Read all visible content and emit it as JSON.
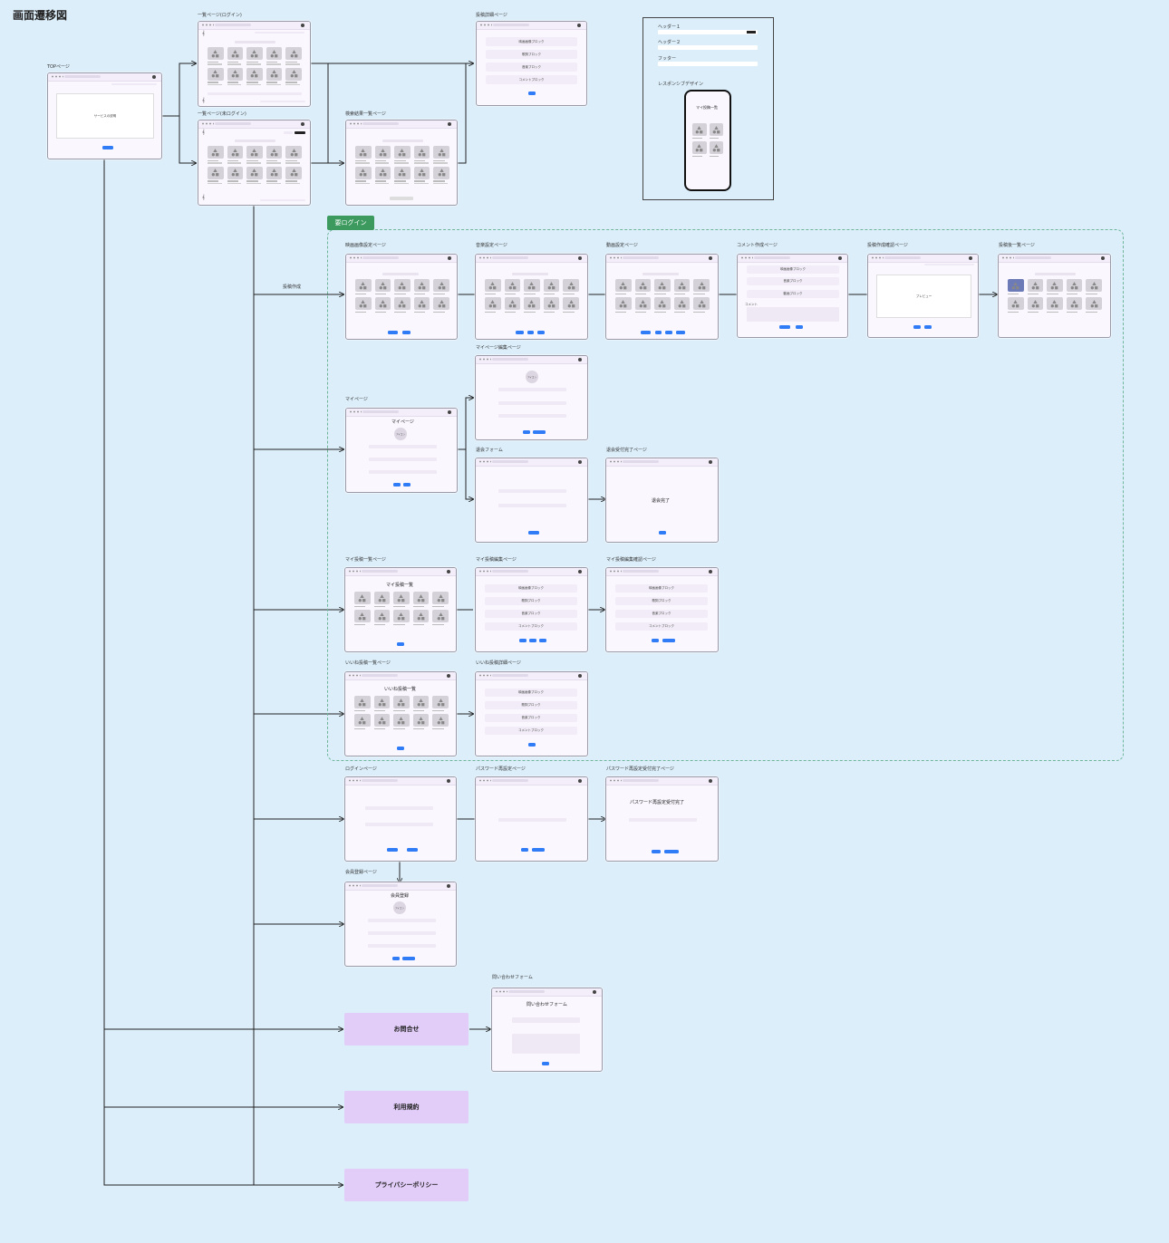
{
  "title": "画面遷移図",
  "screens": {
    "top": {
      "label": "TOPページ",
      "content": "サービスの説明"
    },
    "list_login": {
      "label": "一覧ページ(ログイン)"
    },
    "list_guest": {
      "label": "一覧ページ(未ログイン)"
    },
    "post_detail": {
      "label": "投稿詳細ページ",
      "blocks": [
        "映画画像ブロック",
        "歌詞ブロック",
        "音楽ブロック",
        "コメントブロック"
      ]
    },
    "search_results": {
      "label": "検索結果一覧ページ"
    },
    "header_footer": {
      "header1": "ヘッダー１",
      "header2": "ヘッダー２",
      "footer": "フッター",
      "responsive": "レスポンシブデザイン",
      "phone_title": "マイ投稿一覧"
    },
    "login_required": "要ログイン",
    "create_post_label": "投稿作成",
    "image_setting": {
      "label": "映画画像設定ページ"
    },
    "music_setting": {
      "label": "音楽設定ページ"
    },
    "video_setting": {
      "label": "動画設定ページ"
    },
    "comment_create": {
      "label": "コメント作成ページ",
      "blocks": [
        "映画画像ブロック",
        "音楽ブロック",
        "動画ブロック"
      ],
      "comment": "コメント"
    },
    "post_confirm": {
      "label": "投稿作成確認ページ",
      "preview": "プレビュー"
    },
    "post_list": {
      "label": "投稿後一覧ページ"
    },
    "mypage": {
      "label": "マイページ",
      "heading": "マイページ",
      "icon": "アイコン"
    },
    "mypage_edit": {
      "label": "マイページ編集ページ",
      "icon": "アイコン"
    },
    "withdraw": {
      "label": "退会フォーム"
    },
    "withdraw_done": {
      "label": "退会受付完了ページ",
      "heading": "退会完了"
    },
    "my_posts": {
      "label": "マイ投稿一覧ページ",
      "heading": "マイ投稿一覧"
    },
    "my_post_edit": {
      "label": "マイ投稿編集ページ",
      "blocks": [
        "映画画像ブロック",
        "歌詞ブロック",
        "音楽ブロック",
        "コメントブロック"
      ]
    },
    "my_post_edit_confirm": {
      "label": "マイ投稿編集確認ページ",
      "blocks": [
        "映画画像ブロック",
        "歌詞ブロック",
        "音楽ブロック",
        "コメントブロック"
      ]
    },
    "liked_posts": {
      "label": "いいね投稿一覧ページ",
      "heading": "いいね投稿一覧"
    },
    "liked_detail": {
      "label": "いいね投稿詳細ページ",
      "blocks": [
        "映画画像ブロック",
        "歌詞ブロック",
        "音楽ブロック",
        "コメントブロック"
      ]
    },
    "login": {
      "label": "ログインページ"
    },
    "pw_reset": {
      "label": "パスワード再設定ページ"
    },
    "pw_reset_done": {
      "label": "パスワード再設定受付完了ページ",
      "heading": "パスワード再設定受付完了"
    },
    "register": {
      "label": "会員登録ページ",
      "heading": "会員登録",
      "icon": "アイコン"
    },
    "contact_form": {
      "label": "問い合わせフォーム",
      "heading": "問い合わせフォーム"
    }
  },
  "actions": {
    "contact": "お問合せ",
    "terms": "利用規約",
    "privacy": "プライバシーポリシー"
  },
  "colors": {
    "background": "#dceefa",
    "button": "#2f7cf6",
    "purple_pill": "#e2cdf9",
    "login_badge": "#3c9a5f",
    "dashed_border": "#6fb59a"
  }
}
